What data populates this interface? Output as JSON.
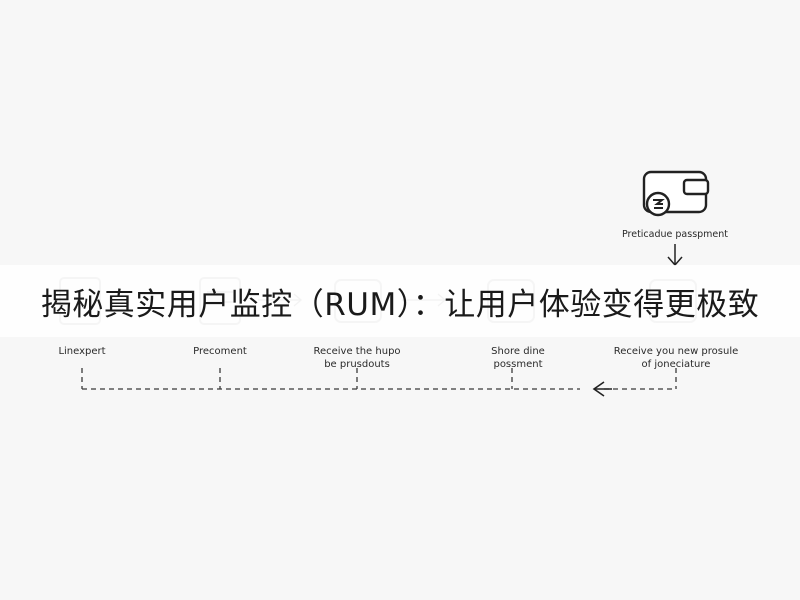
{
  "title": "揭秘真实用户监控（RUM）：让用户体验变得更极致",
  "diagram": {
    "top_node": {
      "label": "Preticadue passpment",
      "icon": "wallet-icon"
    },
    "steps": [
      {
        "label": "Linexpert",
        "icon": "document-icon"
      },
      {
        "label": "Precoment",
        "icon": "document-lines-icon"
      },
      {
        "label": "Receive the hupo\nbe prusdouts",
        "icon": "package-icon"
      },
      {
        "label": "Shore dine\npossment",
        "icon": "box-icon"
      },
      {
        "label": "Receive you new prosule\nof joneciature",
        "icon": "receipt-icon"
      }
    ]
  },
  "colors": {
    "line": "#3a3a3a",
    "faint": "#c9c9c9",
    "banner": "#ffffff"
  }
}
